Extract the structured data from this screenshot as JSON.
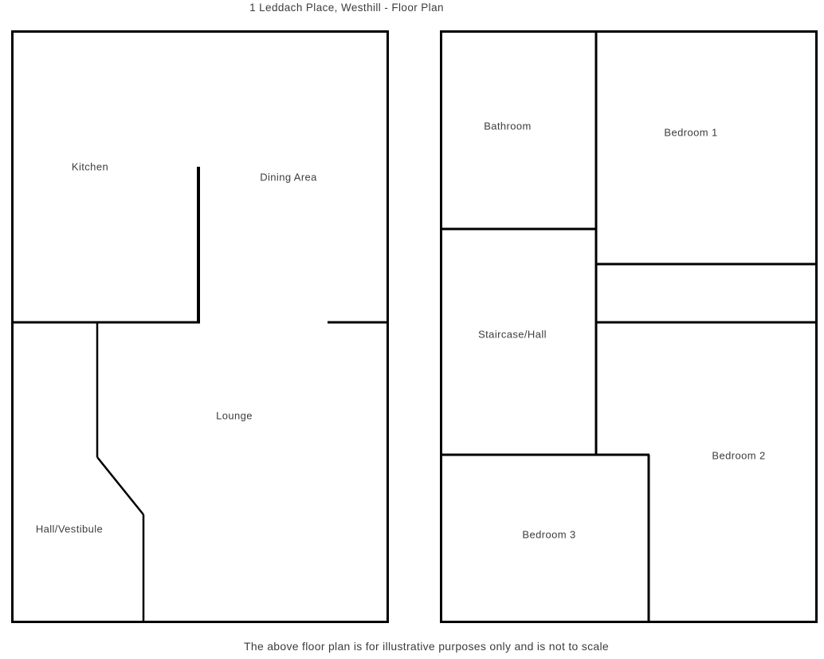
{
  "title": "1 Leddach Place, Westhill - Floor Plan",
  "disclaimer": "The above floor plan is for illustrative purposes only and is not to scale",
  "colors": {
    "room_fill": "#cbd8e2",
    "wall": "#000000",
    "label_text": "#3d3d3d",
    "background": "#ffffff"
  },
  "ground_floor": {
    "rooms": [
      {
        "label": "Kitchen"
      },
      {
        "label": "Dining Area"
      },
      {
        "label": "Lounge"
      },
      {
        "label": "Hall/Vestibule"
      }
    ]
  },
  "first_floor": {
    "rooms": [
      {
        "label": "Bathroom"
      },
      {
        "label": "Bedroom 1"
      },
      {
        "label": "Staircase/Hall"
      },
      {
        "label": "Bedroom 2"
      },
      {
        "label": "Bedroom 3"
      }
    ]
  }
}
